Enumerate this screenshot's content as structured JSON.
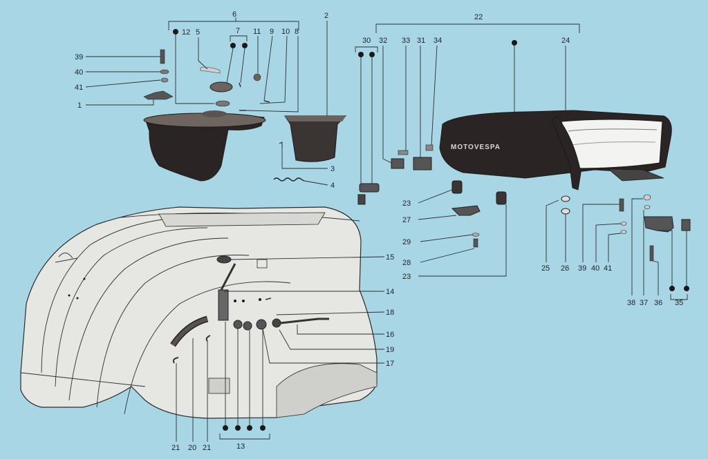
{
  "diagram": {
    "brand_text": "MOTOVESPA",
    "labels": {
      "l1": "1",
      "l2": "2",
      "l3": "3",
      "l4": "4",
      "l5": "5",
      "l6": "6",
      "l7": "7",
      "l8": "8",
      "l9": "9",
      "l10": "10",
      "l11": "11",
      "l12": "12",
      "l13": "13",
      "l14": "14",
      "l15": "15",
      "l16": "16",
      "l17": "17",
      "l18": "18",
      "l19": "19",
      "l20": "20",
      "l21a": "21",
      "l21b": "21",
      "l22": "22",
      "l23a": "23",
      "l23b": "23",
      "l24": "24",
      "l25": "25",
      "l26": "26",
      "l27": "27",
      "l28": "28",
      "l29": "29",
      "l30": "30",
      "l31": "31",
      "l32": "32",
      "l33": "33",
      "l34": "34",
      "l35": "35",
      "l36": "36",
      "l37": "37",
      "l38": "38",
      "l39a": "39",
      "l39b": "39",
      "l40a": "40",
      "l40b": "40",
      "l41a": "41",
      "l41b": "41"
    }
  }
}
